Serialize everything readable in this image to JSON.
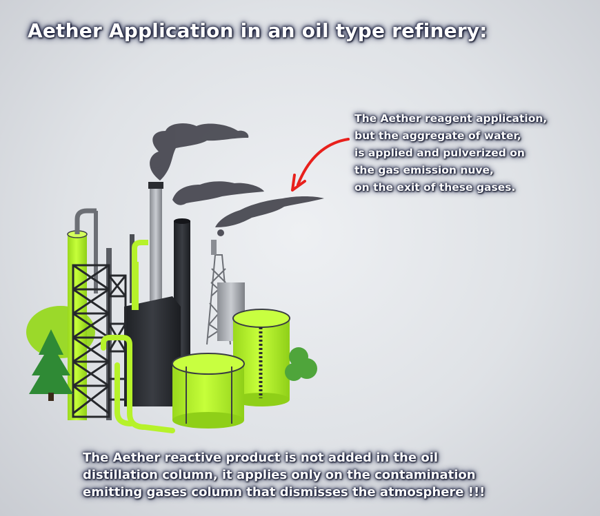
{
  "title": "Aether Application in an oil type refinery:",
  "callout": {
    "lines": [
      "The Aether reagent application,",
      "but the aggregate of water,",
      "is applied and pulverized on",
      "the gas emission nuve,",
      "on the exit of these gases."
    ],
    "arrow_color": "#e8201c"
  },
  "footer": {
    "lines": [
      "The Aether reactive product is not added in the oil",
      "distillation column, it applies only on the contamination",
      "emitting gases column that dismisses the atmosphere !!!"
    ]
  },
  "colors": {
    "tank_green": "#b6f22a",
    "structure_dark": "#2b2d31",
    "smoke": "#4a4a52",
    "tree": "#2f8a35",
    "text_glow": "#111633"
  }
}
